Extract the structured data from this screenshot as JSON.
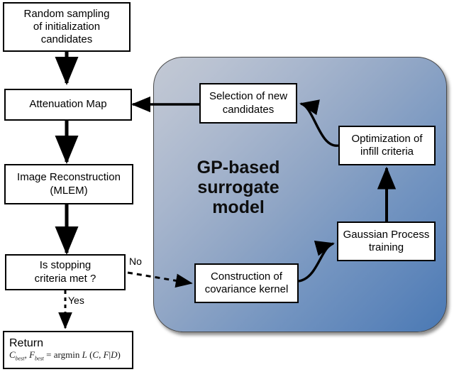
{
  "diagram": {
    "title": "GP-based surrogate model optimization flowchart",
    "panel": {
      "label_line1": "GP-based",
      "label_line2": "surrogate",
      "label_line3": "model",
      "gradient_from": "#c3c9d4",
      "gradient_to": "#4a79b4",
      "border_color": "#4a4a4a"
    },
    "nodes": {
      "random_sampling": {
        "line1": "Random sampling",
        "line2": "of initialization",
        "line3": "candidates"
      },
      "attenuation_map": {
        "line1": "Attenuation Map"
      },
      "image_reconstruction": {
        "line1": "Image Reconstruction",
        "line2": "(MLEM)"
      },
      "stopping_criteria": {
        "line1": "Is stopping",
        "line2": "criteria met ?"
      },
      "return_box": {
        "title": "Return",
        "formula_plain": "C_best , F_best = argmin L ( C , F | D )"
      },
      "selection_of_new_candidates": {
        "line1": "Selection of new",
        "line2": "candidates"
      },
      "optimization_of_infill_criteria": {
        "line1": "Optimization of",
        "line2": "infill criteria"
      },
      "gaussian_process_training": {
        "line1": "Gaussian Process",
        "line2": "training"
      },
      "construction_of_covariance_kernel": {
        "line1": "Construction of",
        "line2": "covariance kernel"
      }
    },
    "edge_labels": {
      "no": "No",
      "yes": "Yes"
    },
    "colors": {
      "stroke": "#000000",
      "node_fill": "#ffffff",
      "background": "#ffffff"
    }
  }
}
